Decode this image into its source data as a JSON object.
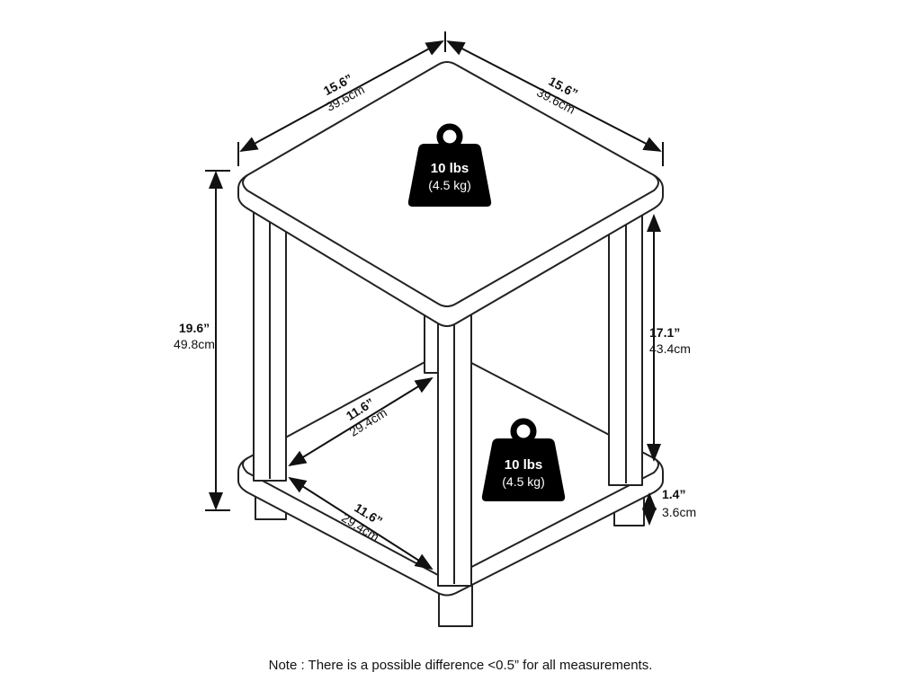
{
  "dimensions": {
    "top_left_width": {
      "in": "15.6”",
      "cm": "39.6cm"
    },
    "top_right_depth": {
      "in": "15.6”",
      "cm": "39.6cm"
    },
    "total_height": {
      "in": "19.6”",
      "cm": "49.8cm"
    },
    "shelf_clearance": {
      "in": "17.1”",
      "cm": "43.4cm"
    },
    "foot_height": {
      "in": "1.4”",
      "cm": "3.6cm"
    },
    "inner_depth": {
      "in": "11.6”",
      "cm": "29.4cm"
    },
    "inner_width": {
      "in": "11.6”",
      "cm": "29.4cm"
    }
  },
  "weights": {
    "top": {
      "lbs": "10 lbs",
      "kg": "(4.5 kg)"
    },
    "shelf": {
      "lbs": "10 lbs",
      "kg": "(4.5 kg)"
    }
  },
  "note": "Note : There is a possible difference <0.5” for all measurements."
}
